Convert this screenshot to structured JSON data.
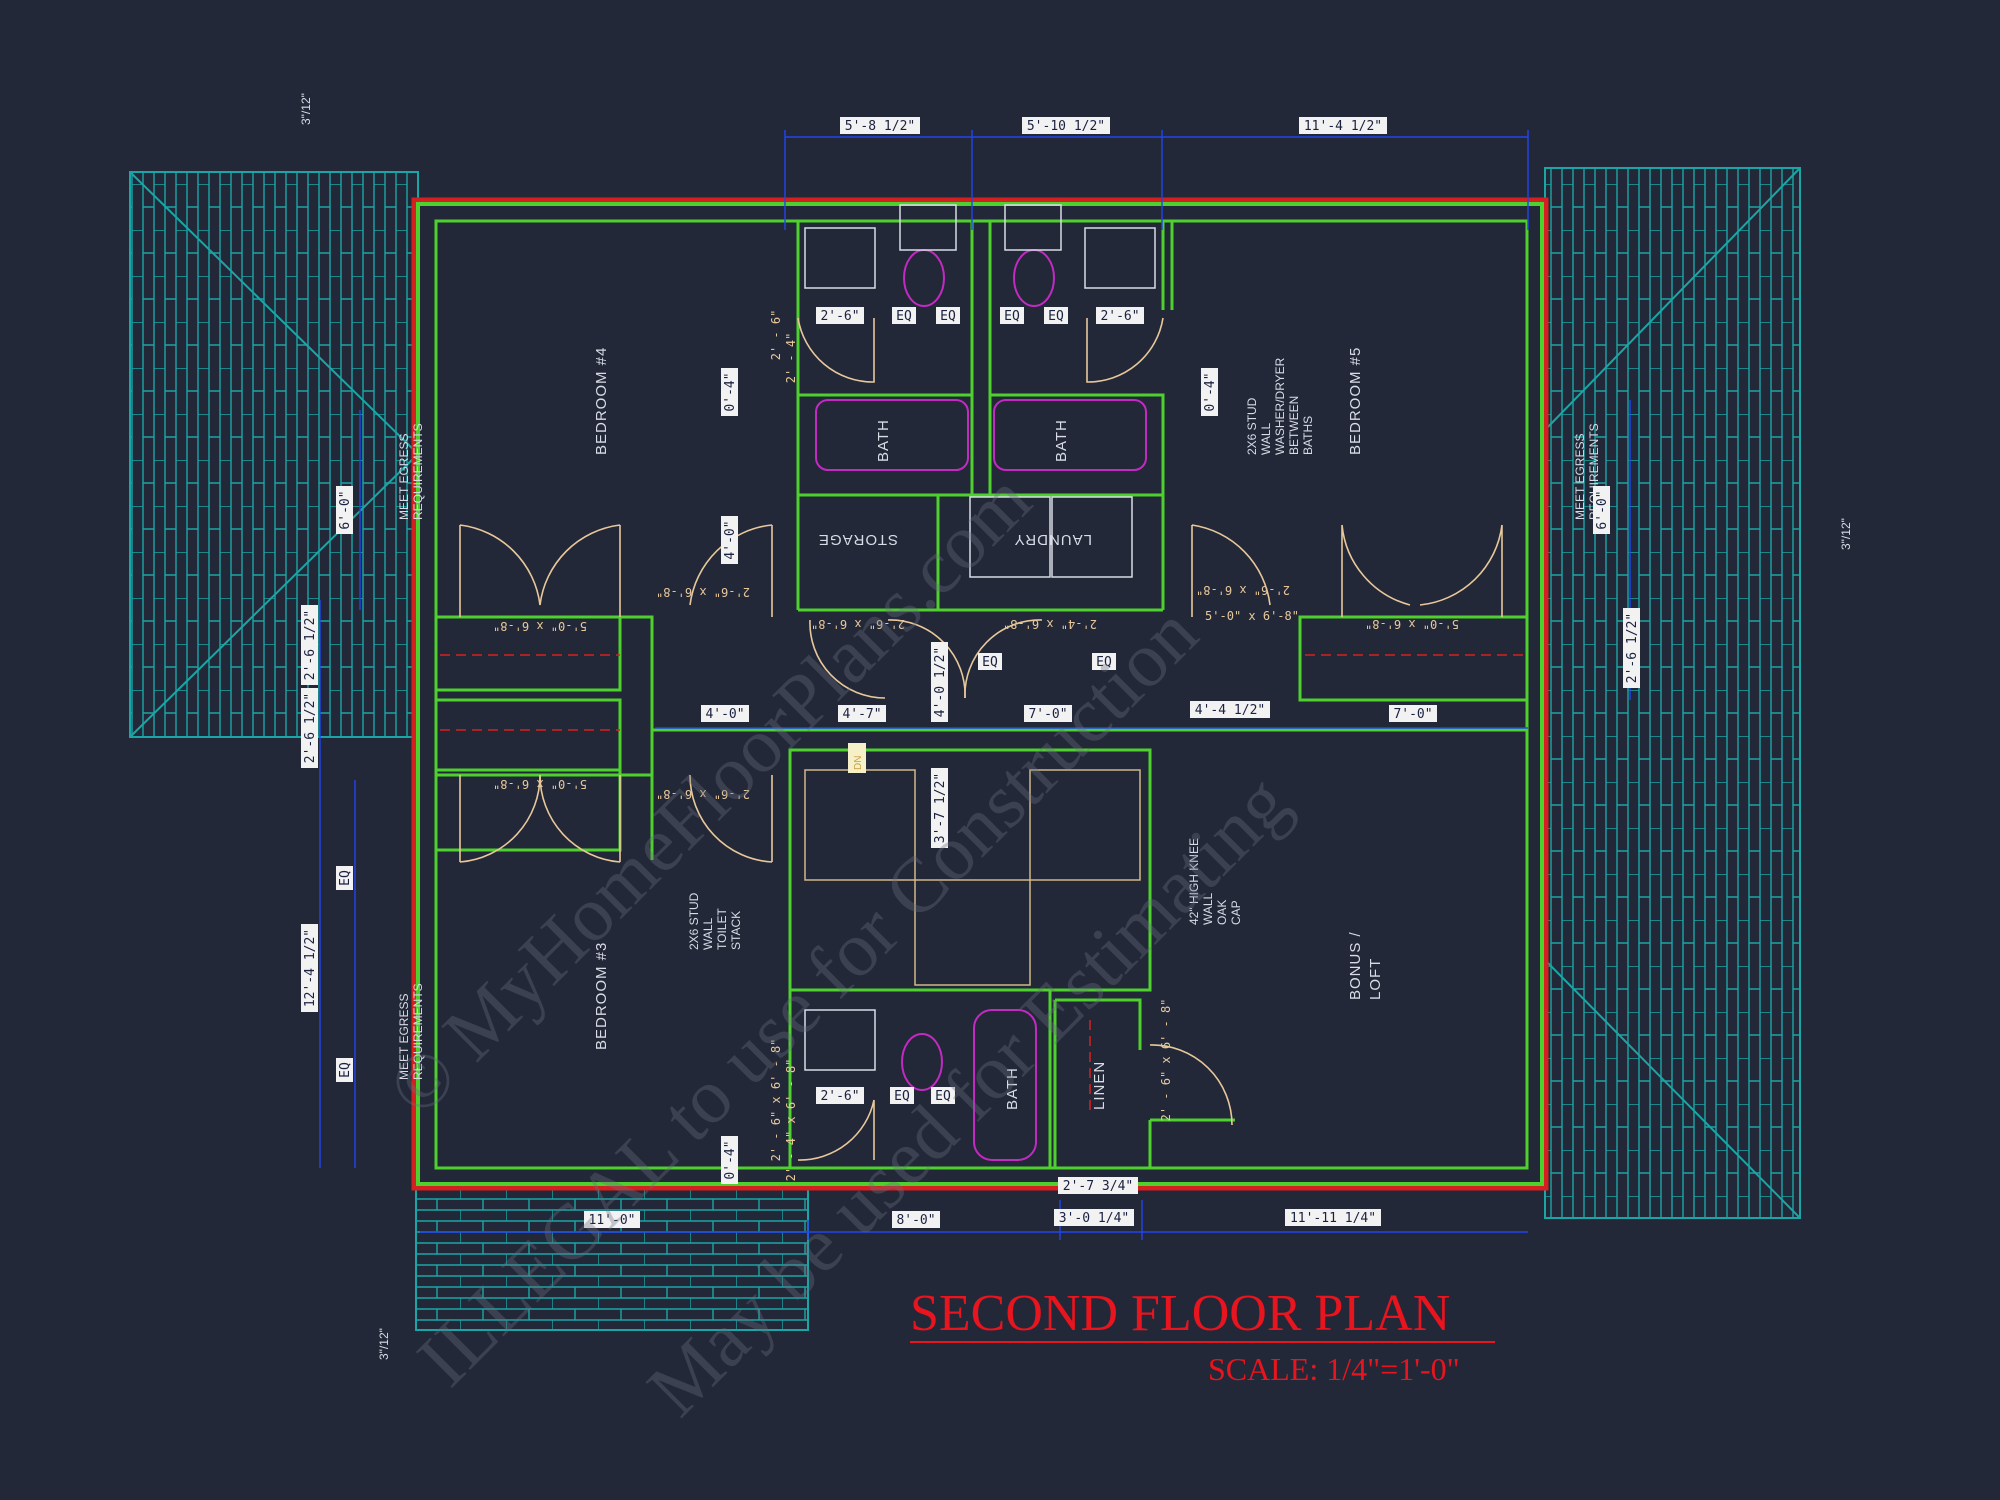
{
  "title": "SECOND FLOOR PLAN",
  "scale": "SCALE: 1/4\"=1'-0\"",
  "watermark_lines": [
    "© MyHomeFloorPlans.com",
    "ILLEGAL to use for Construction",
    "May be used for Estimating"
  ],
  "rooms": {
    "bedroom4": "BEDROOM #4",
    "bedroom5": "BEDROOM #5",
    "bedroom3": "BEDROOM #3",
    "bath_a": "BATH",
    "bath_b": "BATH",
    "bath_c": "BATH",
    "storage": "STORAGE",
    "laundry": "LAUNDRY",
    "bonus": "BONUS /",
    "loft": "LOFT",
    "linen": "LINEN"
  },
  "notes": {
    "egress_left_top": [
      "MEET EGRESS",
      "REQUIREMENTS"
    ],
    "egress_left_bottom": [
      "MEET EGRESS",
      "REQUIREMENTS"
    ],
    "egress_right": [
      "MEET EGRESS",
      "REQUIREMENTS"
    ],
    "washer_dryer": [
      "2X6 STUD",
      "WALL",
      "WASHER/DRYER",
      "BETWEEN",
      "BATHS"
    ],
    "toilet_stack": [
      "2X6 STUD",
      "WALL",
      "TOILET",
      "STACK"
    ],
    "knee_wall": [
      "42\" HIGH KNEE",
      "WALL",
      "OAK",
      "CAP"
    ],
    "roof_pitch_tl": "3\"/12\"",
    "roof_pitch_r": "3\"/12\"",
    "roof_pitch_bl": "3\"/12\"",
    "dn": "DN"
  },
  "dims_top": [
    "5'-8 1/2\"",
    "5'-10 1/2\"",
    "11'-4 1/2\""
  ],
  "dims_mid": [
    "4'-0\"",
    "4'-7\"",
    "7'-0\"",
    "4'-4 1/2\"",
    "7'-0\""
  ],
  "dims_bottom": [
    "11'-0\"",
    "8'-0\"",
    "2'-7 3/4\"",
    "3'-0 1/4\"",
    "11'-11 1/4\""
  ],
  "dims_left": [
    "6'-0\"",
    "2'-6 1/2\"",
    "2'-6 1/2\"",
    "12'-4 1/2\"",
    "EQ",
    "EQ"
  ],
  "dims_right": [
    "6'-0\"",
    "2'-6 1/2\""
  ],
  "dims_inner": [
    "2'-6\"",
    "EQ",
    "EQ",
    "EQ",
    "EQ",
    "2'-6\"",
    "0'-4\"",
    "0'-4\"",
    "4'-0\"",
    "4'-0 1/2\"",
    "EQ",
    "EQ",
    "3'-7 1/2\"",
    "2'-6\"",
    "EQ",
    "EQ",
    "0'-4\""
  ],
  "door_labels": [
    "2' - 6\"",
    "2' - 4\"",
    "5'-0\" x 6'-8\"",
    "2'-6\" x 6'-8\"",
    "2'-6\" x 6'-8\"",
    "2'-4\" x 6'-8\"",
    "5'-0\" x 6'-8\"",
    "2'-6\" x 6'-8\"",
    "5'-0\" x 6'-8\"",
    "2'-6\" x 6'-8\"",
    "5'-0\" x 6'-8\"",
    "2' - 6\" x 6' - 8\"",
    "2' - 4\" x 6' - 8\"",
    "2' - 6\" x 6' - 8\""
  ],
  "colors": {
    "background": "#232838",
    "wall": "#4ed12e",
    "exterior": "#d42020",
    "roof": "#1aa6a6",
    "dimension": "#2244ee",
    "door": "#e8c89a",
    "fixture": "#c22ac2",
    "title": "#e8141e"
  }
}
